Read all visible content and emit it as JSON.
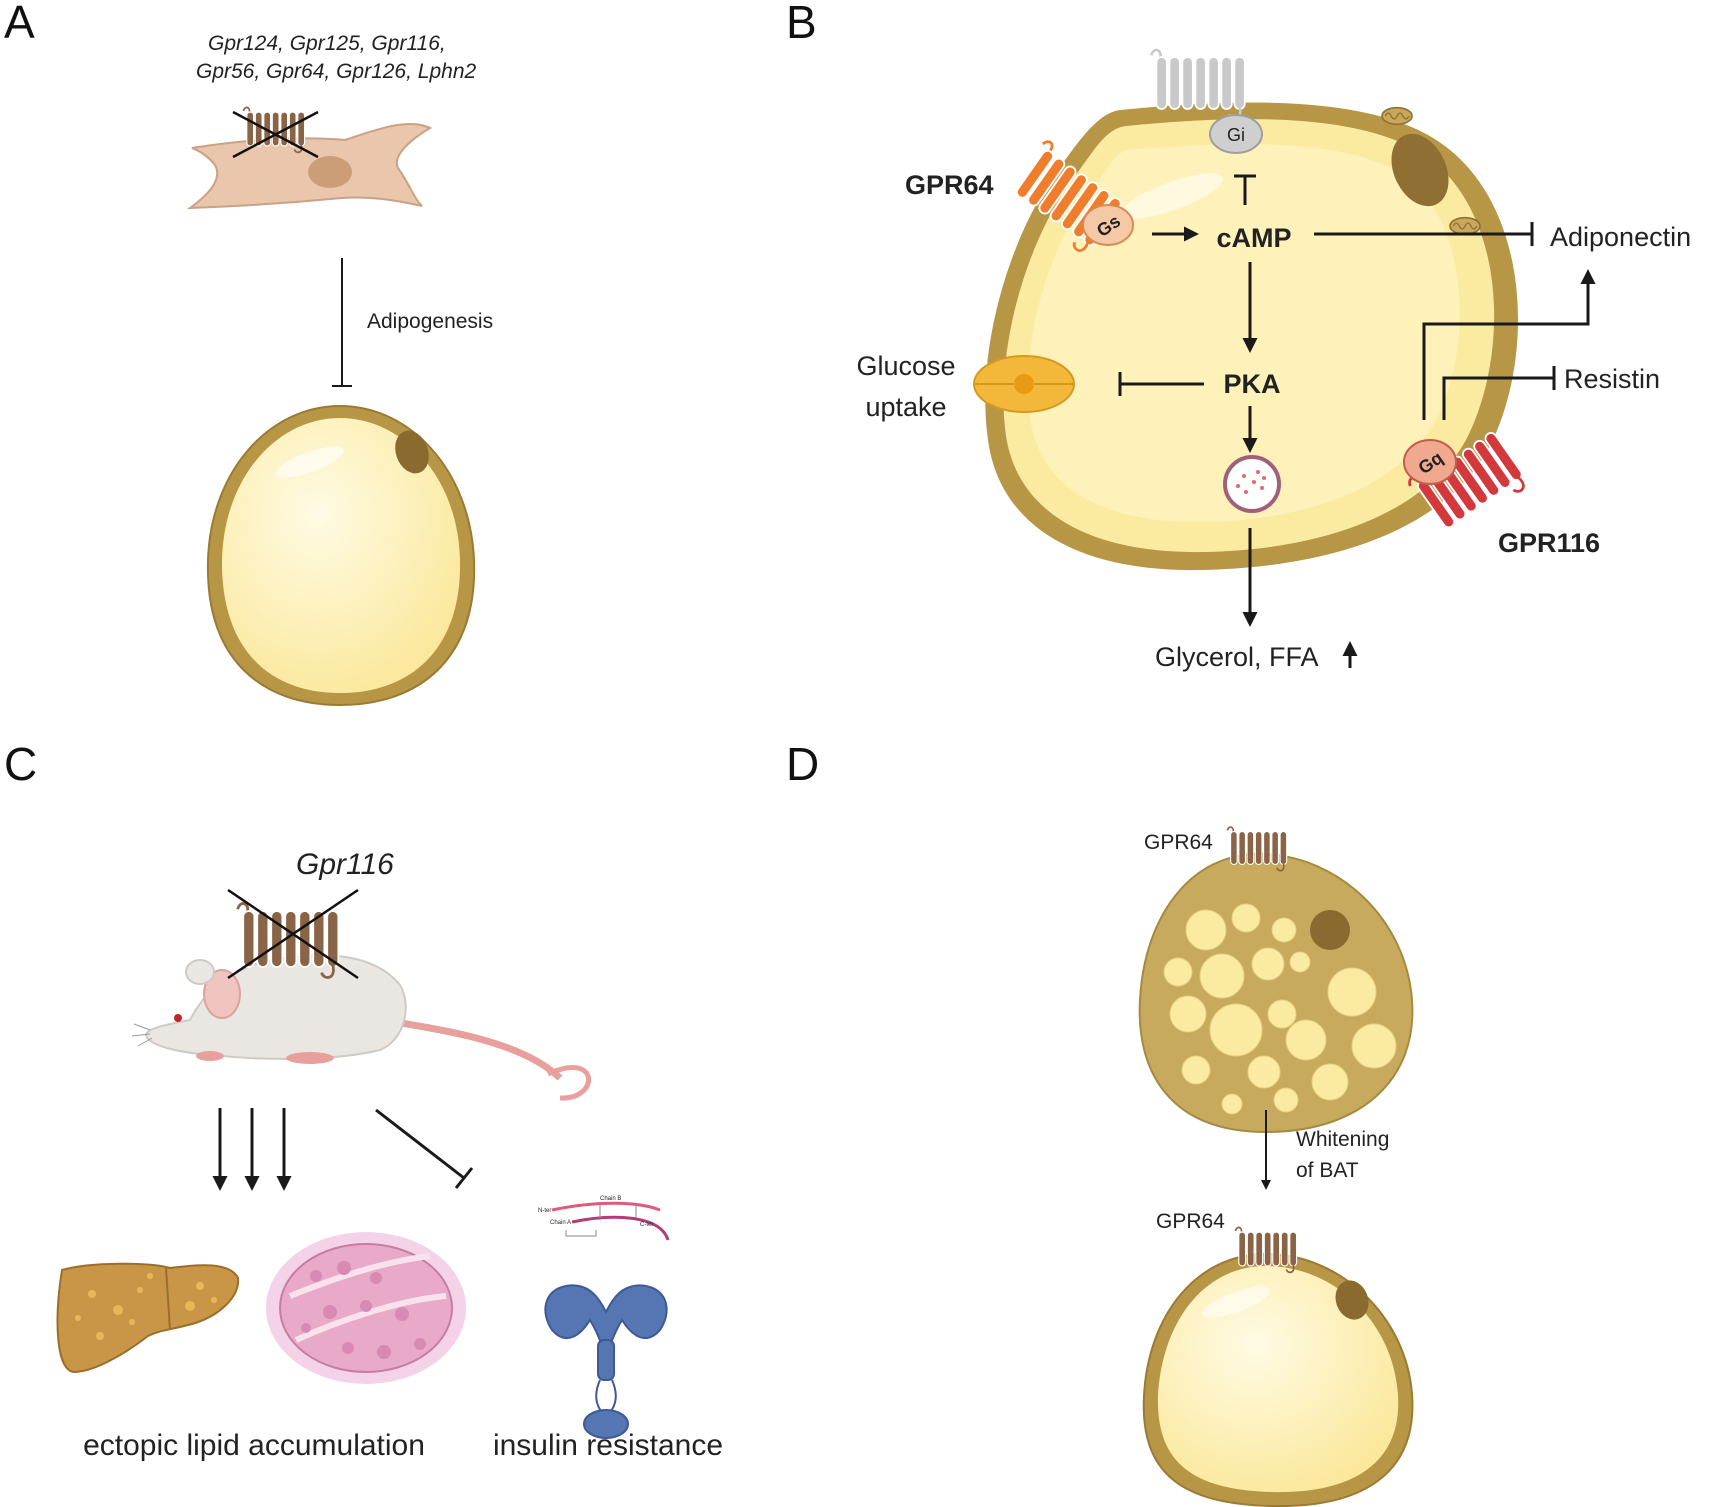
{
  "panels": {
    "a": {
      "letter": "A",
      "gene_line1": "Gpr124, Gpr125, Gpr116,",
      "gene_line2": "Gpr56, Gpr64, Gpr126, Lphn2",
      "arrow_label": "Adipogenesis"
    },
    "b": {
      "letter": "B",
      "gpr64": "GPR64",
      "gs": "Gs",
      "gi": "Gi",
      "gq": "Gq",
      "camp": "cAMP",
      "pka": "PKA",
      "adiponectin": "Adiponectin",
      "resistin": "Resistin",
      "glucose_line1": "Glucose",
      "glucose_line2": "uptake",
      "glycerol": "Glycerol, FFA",
      "gpr116": "GPR116"
    },
    "c": {
      "letter": "C",
      "gene": "Gpr116",
      "ectopic": "ectopic lipid accumulation",
      "insulin": "insulin resistance",
      "chain_b": "Chain B",
      "chain_a": "Chain A",
      "n_ter": "N-ter",
      "c_ter": "C-ter"
    },
    "d": {
      "letter": "D",
      "gpr64_top": "GPR64",
      "whitening_line1": "Whitening",
      "whitening_line2": "of BAT",
      "gpr64_bottom": "GPR64"
    }
  },
  "colors": {
    "cell_border": "#b79645",
    "cell_fill": "#fbeba0",
    "cell_inner": "#fff6c6",
    "orange_receptor": "#f07d2c",
    "red_receptor": "#d2383c",
    "gray_receptor": "#c9c9c9",
    "brown_receptor": "#8a6446",
    "insulin_receptor": "#4f6fad"
  }
}
